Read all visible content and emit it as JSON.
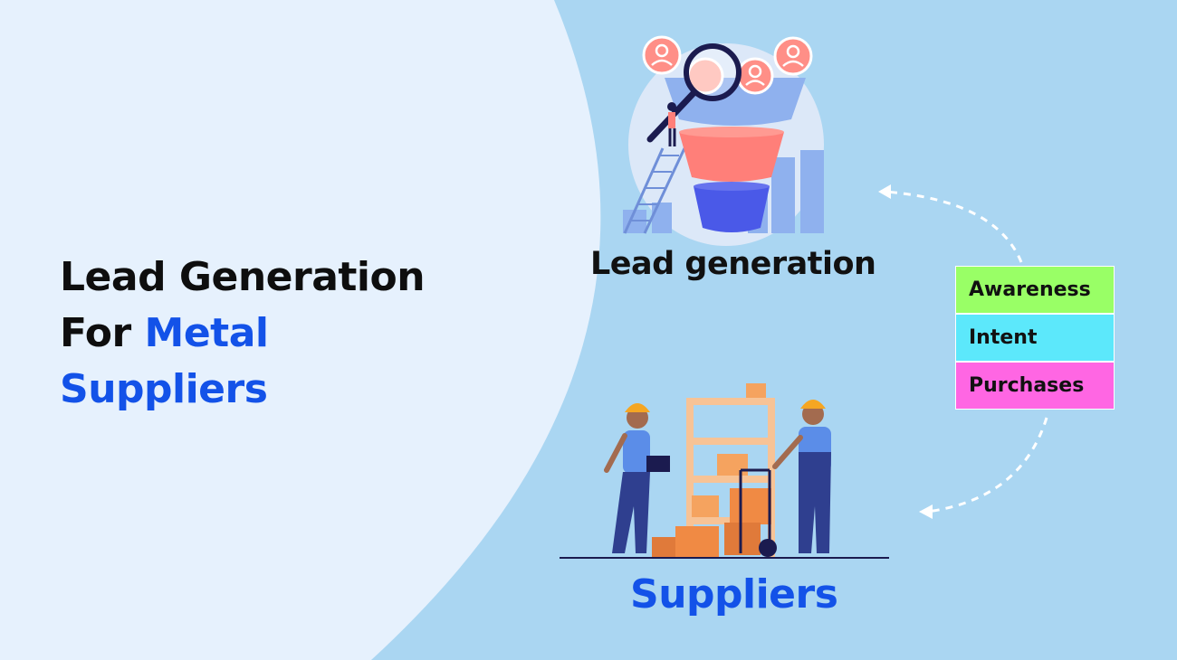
{
  "headline": {
    "line1": "Lead Generation",
    "line2_prefix": "For",
    "line2_accent": "Metal",
    "line3_accent": "Suppliers"
  },
  "lead_label": "Lead generation",
  "suppliers_label": "Suppliers",
  "stages": [
    {
      "label": "Awareness",
      "color": "#99ff66"
    },
    {
      "label": "Intent",
      "color": "#5ce8fb"
    },
    {
      "label": "Purchases",
      "color": "#ff66e3"
    }
  ],
  "colors": {
    "accent": "#1352e8",
    "background_left": "#e6f1fd",
    "background_right": "#aad6f2"
  },
  "icons": [
    "funnel-illustration",
    "magnifier-icon",
    "person-avatar-icon",
    "warehouse-workers-illustration",
    "dashed-arrow-icon"
  ]
}
